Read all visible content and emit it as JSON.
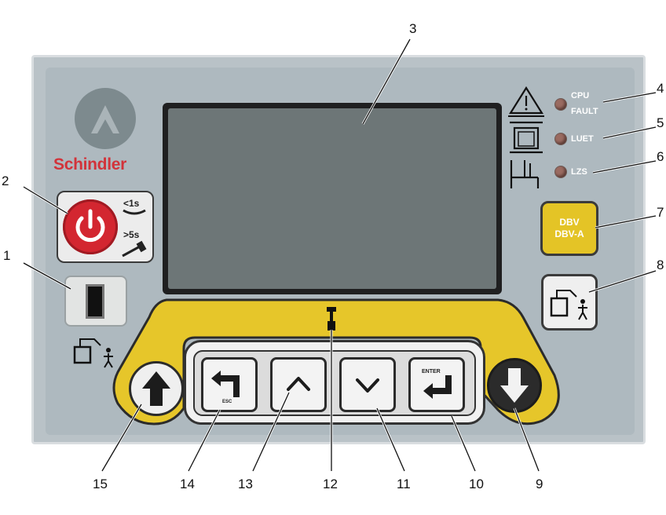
{
  "brand": {
    "name": "Schindler"
  },
  "power": {
    "short_press": "<1s",
    "long_press": ">5s"
  },
  "leds": [
    {
      "line1": "CPU",
      "line2": "FAULT"
    },
    {
      "line1": "LUET",
      "line2": ""
    },
    {
      "line1": "LZS",
      "line2": ""
    }
  ],
  "dbv": {
    "line1": "DBV",
    "line2": "DBV-A"
  },
  "keys": {
    "enter_label": "ENTER",
    "esc_label": "ESC"
  },
  "callouts": [
    "1",
    "2",
    "3",
    "4",
    "5",
    "6",
    "7",
    "8",
    "9",
    "10",
    "11",
    "12",
    "13",
    "14",
    "15"
  ],
  "colors": {
    "panel": "#b9c2c7",
    "brand_red": "#d2333a",
    "accent_yellow": "#e4c426",
    "power_red": "#d32630"
  }
}
